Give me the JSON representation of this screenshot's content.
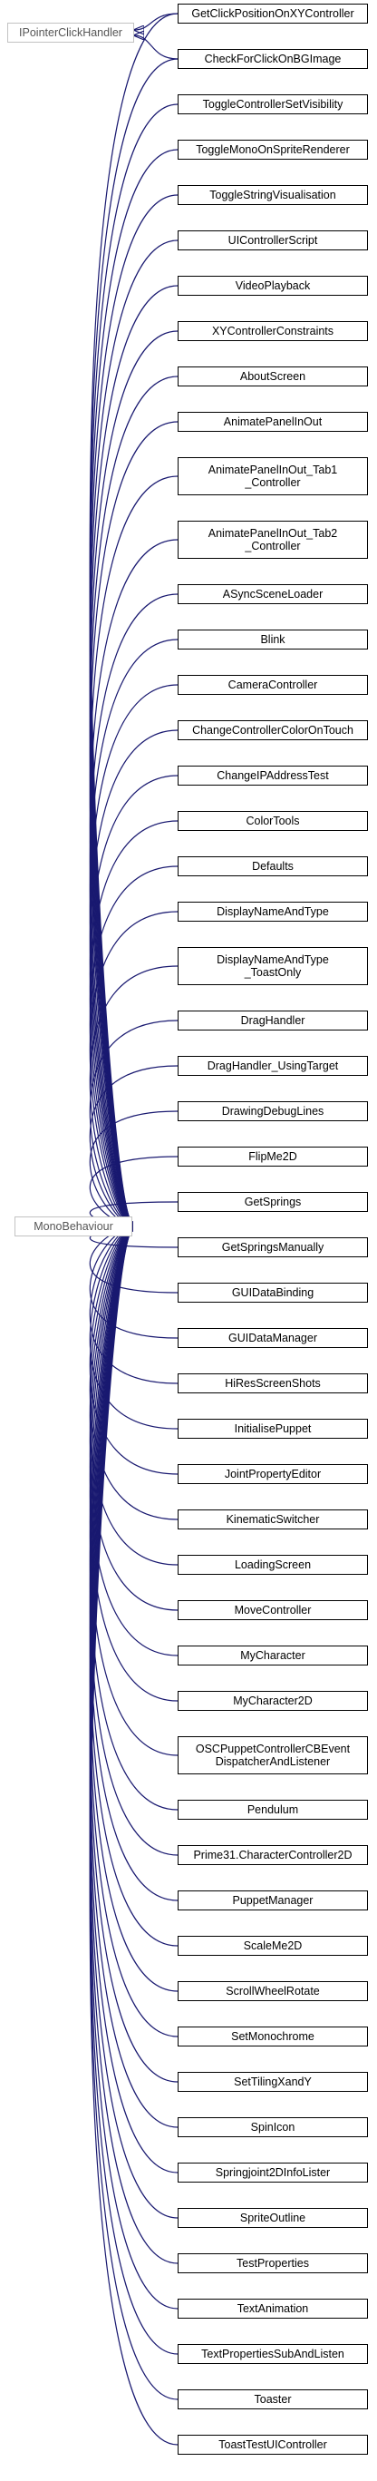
{
  "bases": {
    "ipointer": "IPointerClickHandler",
    "mono": "MonoBehaviour"
  },
  "ipointer_children": [
    "GetClickPositionOnXYController",
    "CheckForClickOnBGImage"
  ],
  "children": [
    "GetClickPositionOnXYController",
    "CheckForClickOnBGImage",
    "ToggleControllerSetVisibility",
    "ToggleMonoOnSpriteRenderer",
    "ToggleStringVisualisation",
    "UIControllerScript",
    "VideoPlayback",
    "XYControllerConstraints",
    "AboutScreen",
    "AnimatePanelInOut",
    "AnimatePanelInOut_Tab1\n_Controller",
    "AnimatePanelInOut_Tab2\n_Controller",
    "ASyncSceneLoader",
    "Blink",
    "CameraController",
    "ChangeControllerColorOnTouch",
    "ChangeIPAddressTest",
    "ColorTools",
    "Defaults",
    "DisplayNameAndType",
    "DisplayNameAndType\n_ToastOnly",
    "DragHandler",
    "DragHandler_UsingTarget",
    "DrawingDebugLines",
    "FlipMe2D",
    "GetSprings",
    "GetSpringsManually",
    "GUIDataBinding",
    "GUIDataManager",
    "HiResScreenShots",
    "InitialisePuppet",
    "JointPropertyEditor",
    "KinematicSwitcher",
    "LoadingScreen",
    "MoveController",
    "MyCharacter",
    "MyCharacter2D",
    "OSCPuppetControllerCBEvent\nDispatcherAndListener",
    "Pendulum",
    "Prime31.CharacterController2D",
    "PuppetManager",
    "ScaleMe2D",
    "ScrollWheelRotate",
    "SetMonochrome",
    "SetTilingXandY",
    "SpinIcon",
    "Springjoint2DInfoLister",
    "SpriteOutline",
    "TestProperties",
    "TextAnimation",
    "TextPropertiesSubAndListen",
    "Toaster",
    "ToastTestUIController"
  ],
  "colors": {
    "edge": "#191970",
    "node_border": "#000000",
    "base_border": "#c2c2c2"
  }
}
